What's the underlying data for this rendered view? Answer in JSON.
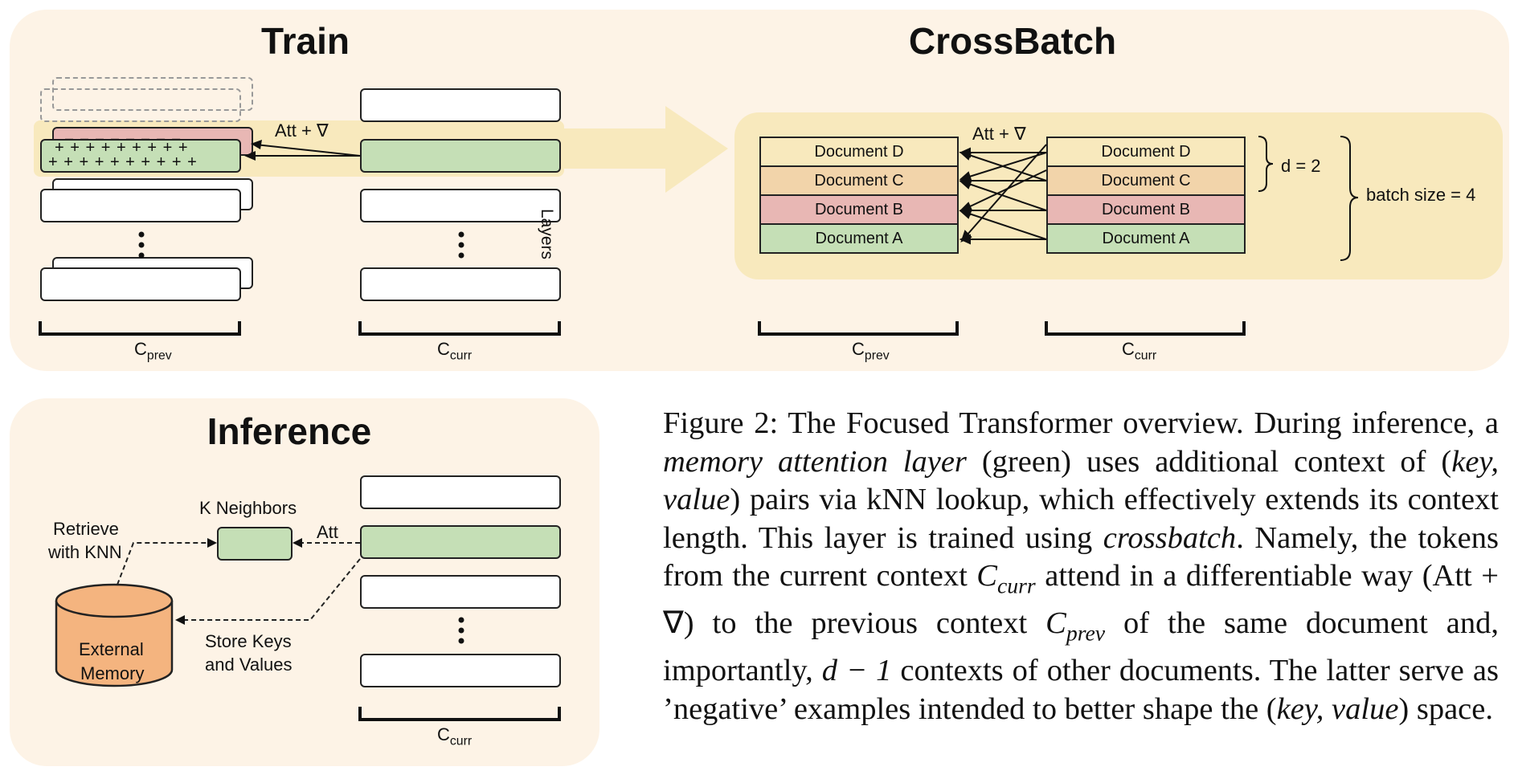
{
  "train": {
    "title": "Train",
    "att_grad_label": "Att + ∇",
    "layers_label": "Layers",
    "c_prev": "C",
    "c_prev_sub": "prev",
    "c_curr": "C",
    "c_curr_sub": "curr",
    "minus_signs": "– – – – – – – –",
    "plus_row1": "+ + + + + + + + +",
    "plus_row2": "+ + + + + + + + + +"
  },
  "crossbatch": {
    "title": "CrossBatch",
    "att_grad_label": "Att + ∇",
    "documents_prev": [
      "Document D",
      "Document C",
      "Document B",
      "Document A"
    ],
    "documents_curr": [
      "Document D",
      "Document C",
      "Document B",
      "Document A"
    ],
    "d_label": "d = 2",
    "batch_label": "batch size = 4",
    "c_prev": "C",
    "c_prev_sub": "prev",
    "c_curr": "C",
    "c_curr_sub": "curr",
    "doc_colors": [
      "#f8e9bd",
      "#f2d4aa",
      "#e8b7b4",
      "#c5dfb6"
    ]
  },
  "inference": {
    "title": "Inference",
    "k_neighbors": "K Neighbors",
    "att": "Att",
    "retrieve_line1": "Retrieve",
    "retrieve_line2": "with KNN",
    "store_line1": "Store Keys",
    "store_line2": "and Values",
    "memory_line1": "External",
    "memory_line2": "Memory",
    "c_curr": "C",
    "c_curr_sub": "curr"
  },
  "caption": {
    "lead": "Figure 2:",
    "t1": " The Focused Transformer overview. During inference, a ",
    "i1": "memory attention layer",
    "t2": " (green) uses additional context of (",
    "m1": "key, value",
    "t3": ") pairs via kNN lookup, which effectively extends its context length. This layer is trained using ",
    "i2": "crossbatch",
    "t4": ". Namely, the tokens from the current context ",
    "m2": "C",
    "m2_sub": "curr",
    "t5": " attend in a differentiable way (Att + ∇) to the previous context ",
    "m3": "C",
    "m3_sub": "prev",
    "t6": " of the same document and, importantly, ",
    "m4": "d − 1",
    "t7": " contexts of other documents. The latter serve as ’negative’ examples intended to better shape the (",
    "m5": "key, value",
    "t8": ") space."
  },
  "colors": {
    "panel_bg": "#fdf3e6",
    "band": "#f8e9bd",
    "green": "#c5dfb6",
    "red": "#e8b7b4",
    "memory": "#f4b47f"
  }
}
